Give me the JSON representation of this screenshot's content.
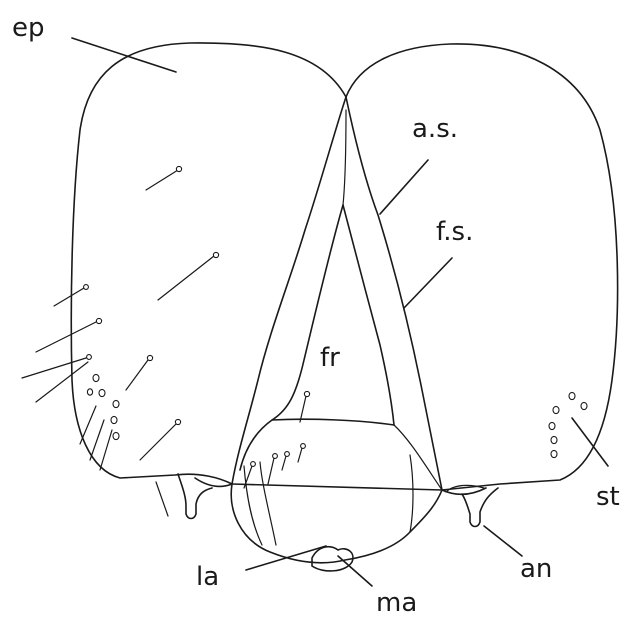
{
  "labels": {
    "ep": "ep",
    "as": "a.s.",
    "fs": "f.s.",
    "fr": "fr",
    "st": "st",
    "an": "an",
    "la": "la",
    "ma": "ma"
  }
}
